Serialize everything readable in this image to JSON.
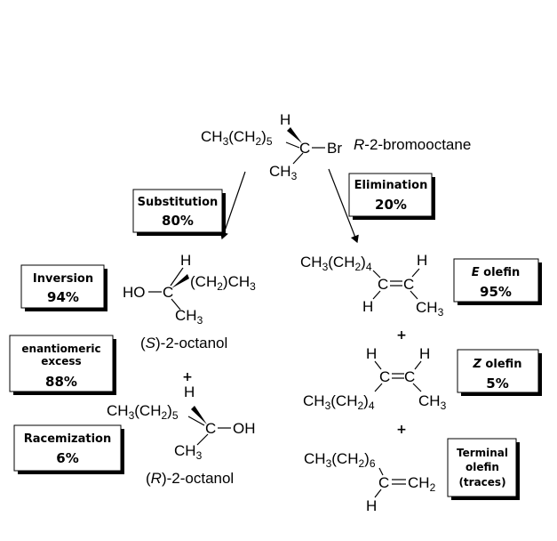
{
  "start": {
    "chain": "CH3(CH2)5",
    "h": "H",
    "c": "C",
    "br": "Br",
    "ch3": "CH3",
    "name_config": "R",
    "name_rest": "-2-bromooctane"
  },
  "boxes": {
    "substitution": {
      "label": "Substitution",
      "value": "80%"
    },
    "elimination": {
      "label": "Elimination",
      "value": "20%"
    },
    "inversion": {
      "label": "Inversion",
      "value": "94%"
    },
    "ee": {
      "label1": "enantiomeric",
      "label2": "excess",
      "value": "88%"
    },
    "racemization": {
      "label": "Racemization",
      "value": "6%"
    },
    "e_olefin": {
      "label_italic": "E",
      "label": " olefin",
      "value": "95%"
    },
    "z_olefin": {
      "label_italic": "Z",
      "label": " olefin",
      "value": "5%"
    },
    "terminal": {
      "line1": "Terminal",
      "line2": "olefin",
      "line3": "(traces)"
    }
  },
  "s_octanol": {
    "h": "H",
    "ho": "HO",
    "c": "C",
    "chain": "(CH2)CH3",
    "ch3": "CH3",
    "name_open": "(",
    "name_config": "S",
    "name_rest": ")-2-octanol"
  },
  "r_octanol": {
    "h": "H",
    "chain": "CH3(CH2)5",
    "c": "C",
    "oh": "OH",
    "ch3": "CH3",
    "name_open": "(",
    "name_config": "R",
    "name_rest": ")-2-octanol"
  },
  "e_alkene": {
    "chain": "CH3(CH2)4",
    "h_top": "H",
    "c1": "C",
    "c2": "C",
    "h_bot": "H",
    "ch3": "CH3"
  },
  "z_alkene": {
    "h_left": "H",
    "h_right": "H",
    "c1": "C",
    "c2": "C",
    "chain": "CH3(CH2)4",
    "ch3": "CH3"
  },
  "terminal_alkene": {
    "chain": "CH3(CH2)6",
    "c1": "C",
    "c2": "CH2",
    "h": "H"
  },
  "plus": "+"
}
